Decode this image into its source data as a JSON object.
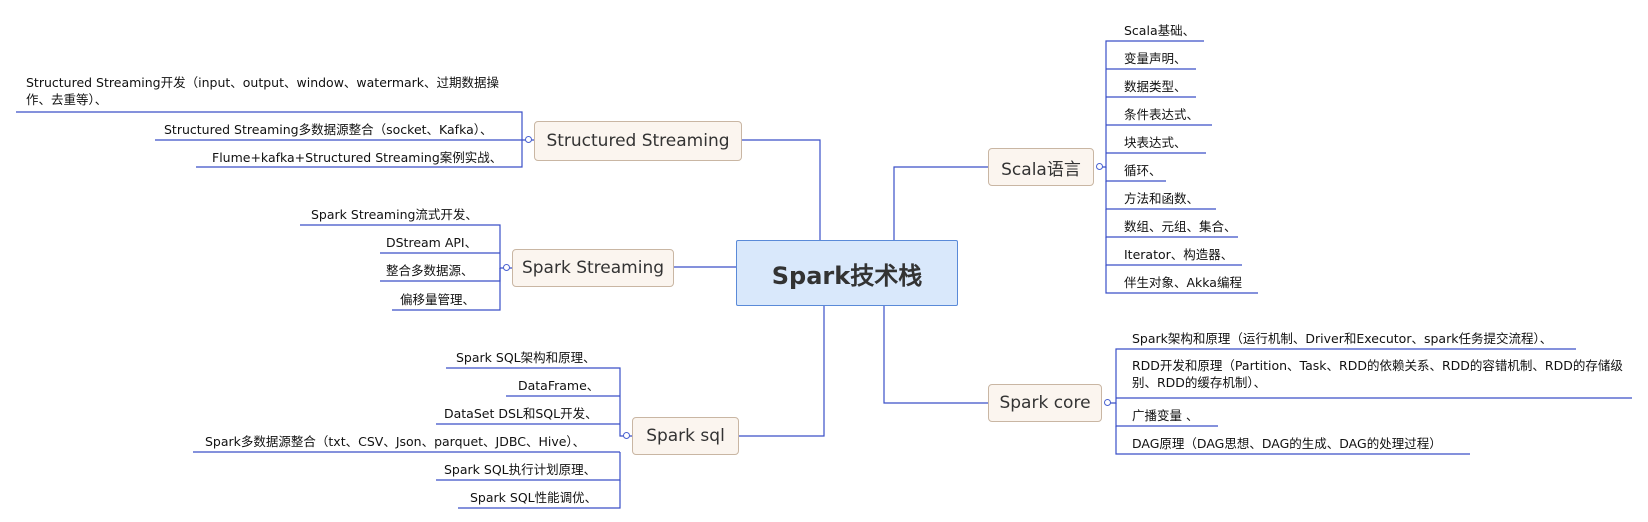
{
  "central": "Spark技术栈",
  "branches": {
    "structured_streaming": {
      "label": "Structured Streaming",
      "items": [
        "Structured Streaming开发（input、output、window、watermark、过期数据操作、去重等）、",
        "Structured Streaming多数据源整合（socket、Kafka）、",
        "Flume+kafka+Structured Streaming案例实战、"
      ]
    },
    "spark_streaming": {
      "label": "Spark Streaming",
      "items": [
        "Spark Streaming流式开发、",
        "DStream API、",
        "整合多数据源、",
        "偏移量管理、"
      ]
    },
    "spark_sql": {
      "label": "Spark sql",
      "items": [
        "Spark SQL架构和原理、",
        "DataFrame、",
        "DataSet DSL和SQL开发、",
        "Spark多数据源整合（txt、CSV、Json、parquet、JDBC、Hive）、",
        "Spark SQL执行计划原理、",
        "Spark SQL性能调优、"
      ]
    },
    "scala": {
      "label": "Scala语言",
      "items": [
        "Scala基础、",
        "变量声明、",
        "数据类型、",
        "条件表达式、",
        "块表达式、",
        "循环、",
        "方法和函数、",
        "数组、元组、集合、",
        "Iterator、构造器、",
        "伴生对象、Akka编程"
      ]
    },
    "spark_core": {
      "label": "Spark core",
      "items": [
        "Spark架构和原理（运行机制、Driver和Executor、spark任务提交流程）、",
        "RDD开发和原理（Partition、Task、RDD的依赖关系、RDD的容错机制、RDD的存储级别、RDD的缓存机制）、",
        "广播变量 、",
        "DAG原理（DAG思想、DAG的生成、DAG的处理过程）"
      ]
    }
  },
  "colors": {
    "line": "#3a4fc8",
    "main_fill": "#d9e8fb",
    "main_border": "#5a8ad8",
    "branch_fill": "#fbf5ef",
    "branch_border": "#c9b6a3"
  }
}
